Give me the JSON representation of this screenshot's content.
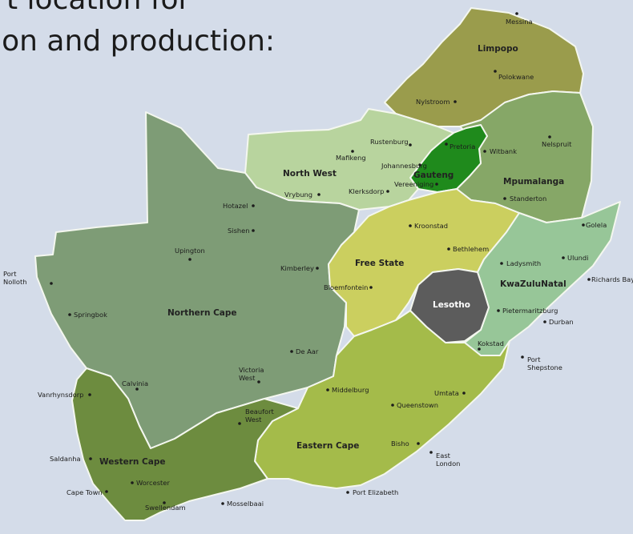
{
  "heading": {
    "line1": "t location for",
    "line2": "tion and production:"
  },
  "provinces": [
    {
      "id": "limpopo",
      "name": "Limpopo",
      "color": "#9a9c4c"
    },
    {
      "id": "mpumalanga",
      "name": "Mpumalanga",
      "color": "#86a767"
    },
    {
      "id": "gauteng",
      "name": "Gauteng",
      "color": "#1f8a1c"
    },
    {
      "id": "north-west",
      "name": "North West",
      "color": "#b8d49e"
    },
    {
      "id": "northern-cape",
      "name": "Northern Cape",
      "color": "#7e9c76"
    },
    {
      "id": "free-state",
      "name": "Free State",
      "color": "#cbcf5f"
    },
    {
      "id": "kwazulu-natal",
      "name": "KwaZuluNatal",
      "color": "#97c698"
    },
    {
      "id": "lesotho",
      "name": "Lesotho",
      "color": "#5c5c5c"
    },
    {
      "id": "eastern-cape",
      "name": "Eastern Cape",
      "color": "#a4bb4a"
    },
    {
      "id": "western-cape",
      "name": "Western Cape",
      "color": "#6d8c3f"
    }
  ],
  "towns": [
    "Messina",
    "Polokwane",
    "Nylstroom",
    "Pretoria",
    "Witbank",
    "Nelspruit",
    "Rustenburg",
    "Mafikeng",
    "Johannesburg",
    "Vereeniging",
    "Klerksdorp",
    "Vrybung",
    "Standerton",
    "Golela",
    "Ulundi",
    "Richards Bay",
    "Ladysmith",
    "Kroonstad",
    "Bethlehem",
    "Bloemfontein",
    "Hotazel",
    "Sishen",
    "Upington",
    "Kimberley",
    "Port Nolloth",
    "Springbok",
    "De Aar",
    "Victoria West",
    "Calvinia",
    "Vanrhynsdorp",
    "Saldanha",
    "Cape Town",
    "Worcester",
    "Swellendam",
    "Mosselbaai",
    "Beaufort West",
    "Middelburg",
    "Queenstown",
    "Umtata",
    "Bisho",
    "East London",
    "Port Elizabeth",
    "Pietermaritzburg",
    "Durban",
    "Kokstad",
    "Port Shepstone"
  ]
}
